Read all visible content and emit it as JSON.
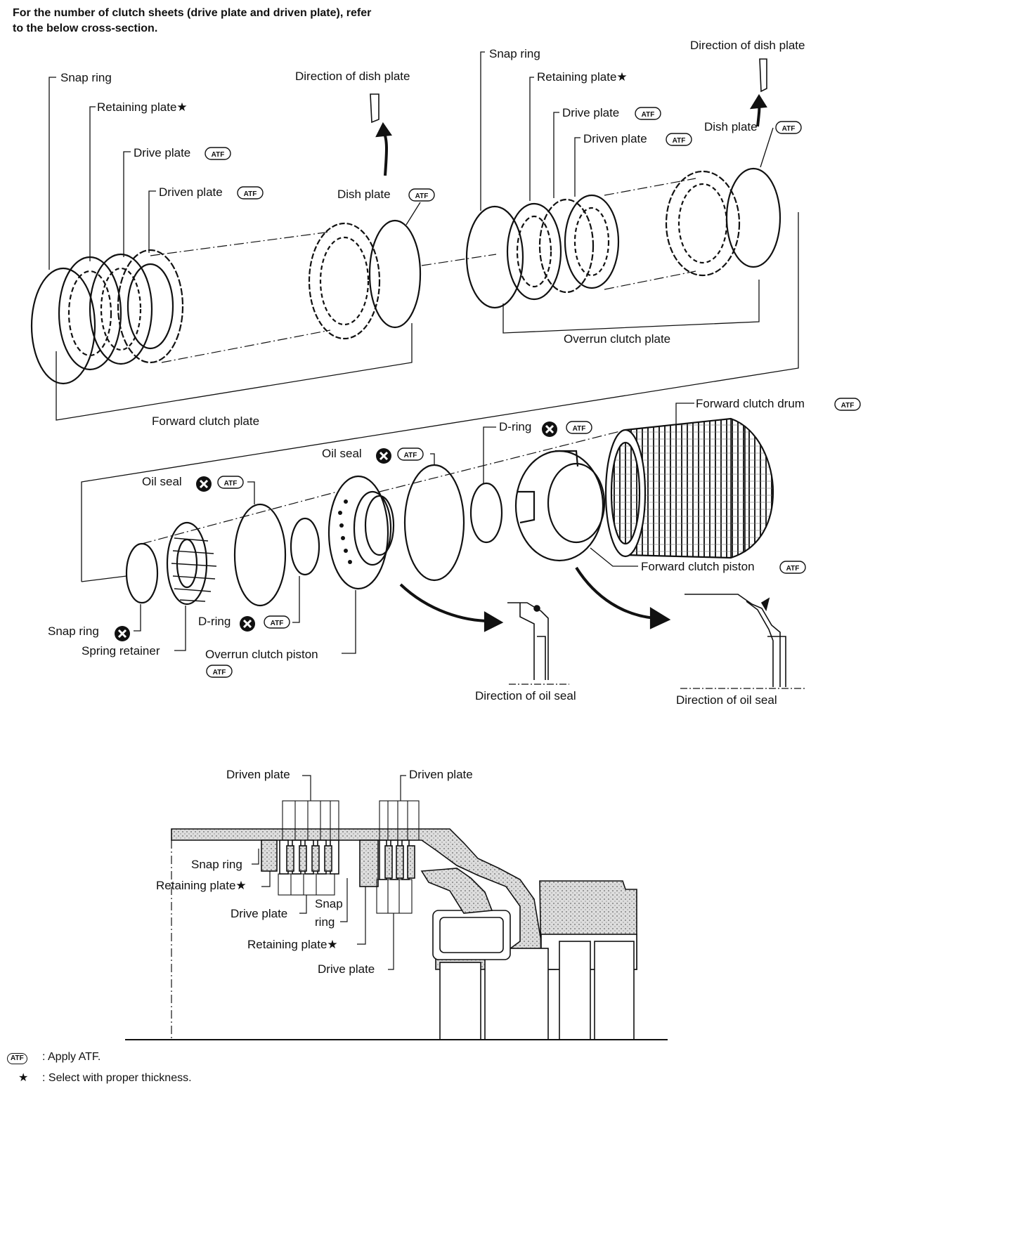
{
  "intro": "For the number of clutch sheets (drive plate and driven plate), refer to the below cross-section.",
  "badge_text": "ATF",
  "star": "★",
  "labels": {
    "snap_ring_1": "Snap ring",
    "retaining_plate_1": "Retaining plate",
    "drive_plate_1": "Drive plate",
    "driven_plate_1": "Driven plate",
    "dir_dish_1": "Direction of dish plate",
    "dish_plate_1": "Dish plate",
    "forward_clutch_plate": "Forward clutch plate",
    "snap_ring_2": "Snap ring",
    "retaining_plate_2": "Retaining plate",
    "drive_plate_2": "Drive plate",
    "driven_plate_2": "Driven plate",
    "dir_dish_2": "Direction of dish plate",
    "dish_plate_2": "Dish plate",
    "overrun_clutch_plate": "Overrun clutch plate",
    "forward_clutch_drum": "Forward clutch drum",
    "d_ring_1": "D-ring",
    "oil_seal_1": "Oil seal",
    "oil_seal_2": "Oil seal",
    "forward_clutch_piston": "Forward clutch piston",
    "snap_ring_3": "Snap ring",
    "spring_retainer": "Spring retainer",
    "d_ring_2": "D-ring",
    "overrun_clutch_piston": "Overrun clutch piston",
    "dir_oil_seal_1": "Direction of oil seal",
    "dir_oil_seal_2": "Direction of oil seal",
    "cs_driven_plate_1": "Driven plate",
    "cs_driven_plate_2": "Driven plate",
    "cs_snap_ring_1": "Snap ring",
    "cs_retaining_plate_1": "Retaining plate",
    "cs_drive_plate_1": "Drive plate",
    "cs_snap_ring_2a": "Snap",
    "cs_snap_ring_2b": "ring",
    "cs_retaining_plate_2": "Retaining plate",
    "cs_drive_plate_2": "Drive plate"
  },
  "legend": {
    "atf_text": ": Apply ATF.",
    "star_text": ": Select with proper thickness."
  }
}
